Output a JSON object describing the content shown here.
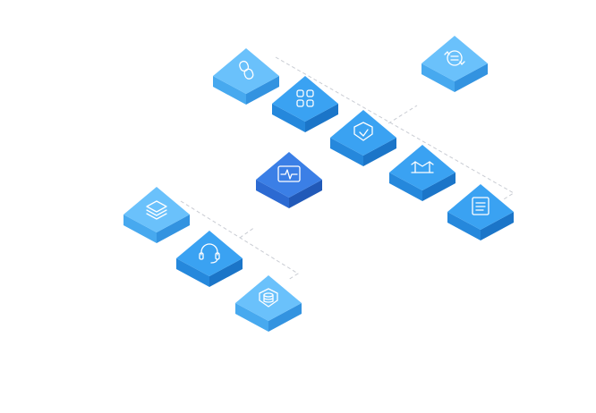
{
  "diagram": {
    "palette": {
      "connector": "#c9ccd3",
      "light": {
        "top": "#6ac1fb",
        "left": "#47a9ef",
        "right": "#3393e0"
      },
      "mid": {
        "top": "#3aa2f2",
        "left": "#2588dc",
        "right": "#1b75c8"
      },
      "deep": {
        "top": "#3b7fe6",
        "left": "#2c6ad2",
        "right": "#2159b8"
      }
    },
    "nodes": [
      {
        "id": "link",
        "icon": "link-icon",
        "shade": "light"
      },
      {
        "id": "apps",
        "icon": "grid-icon",
        "shade": "mid"
      },
      {
        "id": "shield",
        "icon": "shield-check-icon",
        "shade": "mid"
      },
      {
        "id": "bridge",
        "icon": "bridge-icon",
        "shade": "mid"
      },
      {
        "id": "document",
        "icon": "document-icon",
        "shade": "mid"
      },
      {
        "id": "sync",
        "icon": "refresh-icon",
        "shade": "light"
      },
      {
        "id": "monitor",
        "icon": "waveform-icon",
        "shade": "deep"
      },
      {
        "id": "layers",
        "icon": "layers-icon",
        "shade": "light"
      },
      {
        "id": "support",
        "icon": "headset-icon",
        "shade": "mid"
      },
      {
        "id": "database",
        "icon": "database-shield-icon",
        "shade": "light"
      }
    ]
  }
}
